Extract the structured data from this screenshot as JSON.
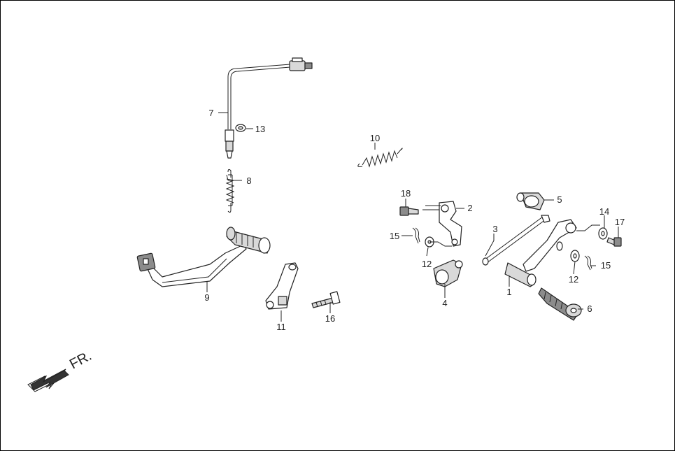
{
  "diagram": {
    "direction_label": "FR.",
    "callouts": [
      {
        "id": "c1",
        "text": "1"
      },
      {
        "id": "c2",
        "text": "2"
      },
      {
        "id": "c3",
        "text": "3"
      },
      {
        "id": "c4",
        "text": "4"
      },
      {
        "id": "c5",
        "text": "5"
      },
      {
        "id": "c6",
        "text": "6"
      },
      {
        "id": "c7",
        "text": "7"
      },
      {
        "id": "c8",
        "text": "8"
      },
      {
        "id": "c9",
        "text": "9"
      },
      {
        "id": "c10",
        "text": "10"
      },
      {
        "id": "c11",
        "text": "11"
      },
      {
        "id": "c12a",
        "text": "12"
      },
      {
        "id": "c12b",
        "text": "12"
      },
      {
        "id": "c13",
        "text": "13"
      },
      {
        "id": "c14",
        "text": "14"
      },
      {
        "id": "c15a",
        "text": "15"
      },
      {
        "id": "c15b",
        "text": "15"
      },
      {
        "id": "c16",
        "text": "16"
      },
      {
        "id": "c17",
        "text": "17"
      },
      {
        "id": "c18",
        "text": "18"
      }
    ]
  }
}
